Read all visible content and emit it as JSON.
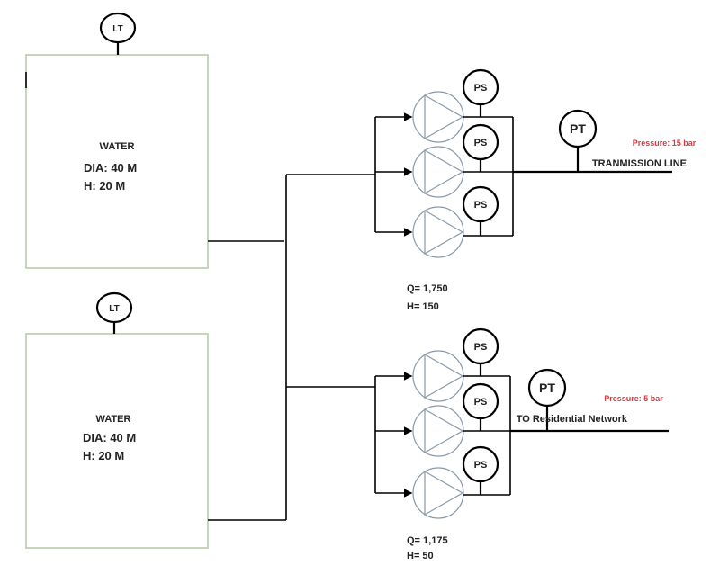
{
  "tanks": [
    {
      "label": "WATER",
      "dia": "DIA: 40 M",
      "height": "H: 20 M",
      "instrument": "LT"
    },
    {
      "label": "WATER",
      "dia": "DIA: 40 M",
      "height": "H: 20 M",
      "instrument": "LT"
    }
  ],
  "pump_groups": [
    {
      "q": "Q= 1,750",
      "h": "H= 150",
      "switch_label": "PS",
      "transmitter": "PT",
      "pressure": "Pressure: 15 bar",
      "line": "TRANMISSION LINE"
    },
    {
      "q": "Q= 1,175",
      "h": "H= 50",
      "switch_label": "PS",
      "transmitter": "PT",
      "pressure": "Pressure: 5 bar",
      "line": "TO Residential Network"
    }
  ],
  "colors": {
    "pressure_text": "#e0363c",
    "tank_border": "#b8cca8",
    "pump_outline": "#8a99a8"
  }
}
